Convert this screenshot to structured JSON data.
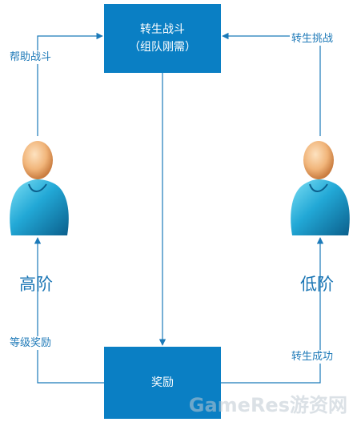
{
  "nodes": {
    "battle": {
      "line1": "转生战斗",
      "line2": "（组队刚需）"
    },
    "reward": {
      "label": "奖励"
    }
  },
  "edges": {
    "help_battle": "帮助战斗",
    "rebirth_challenge": "转生挑战",
    "level_reward": "等级奖励",
    "rebirth_success": "转生成功"
  },
  "roles": {
    "high": "高阶",
    "low": "低阶"
  },
  "watermark": "GameRes游资网",
  "colors": {
    "box_fill": "#0a7fc4",
    "line": "#1b7ab9",
    "text_blue": "#1f7ab8"
  },
  "icons": [
    "user-icon",
    "user-icon"
  ]
}
